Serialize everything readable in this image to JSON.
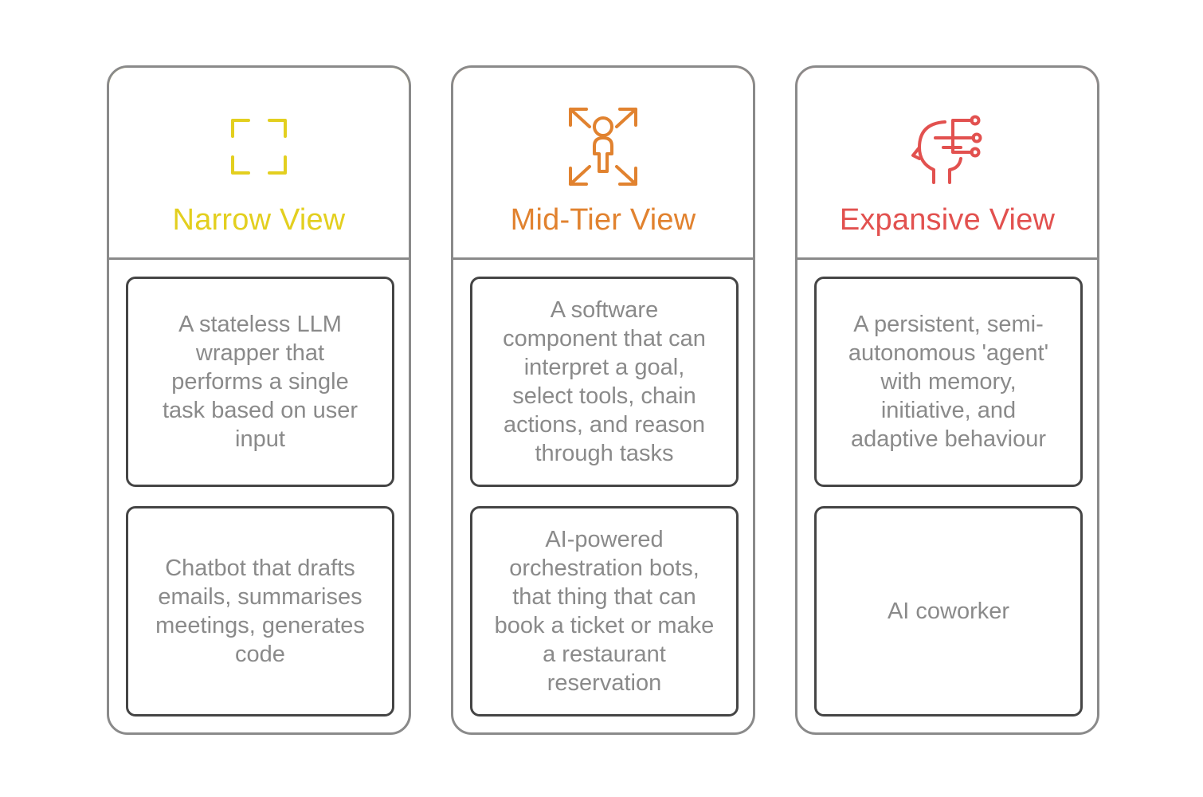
{
  "columns": [
    {
      "title": "Narrow View",
      "accent": "#e3cf1f",
      "icon": "focus-frame-icon",
      "definition": "A stateless LLM wrapper that performs a single task based on user input",
      "example": "Chatbot that drafts emails, summarises meetings, generates code"
    },
    {
      "title": "Mid-Tier View",
      "accent": "#e1822f",
      "icon": "expand-person-icon",
      "definition": "A software component that can interpret a goal, select tools, chain actions, and reason through tasks",
      "example": "AI-powered orchestration bots, that thing that can book a ticket or make a restaurant reservation"
    },
    {
      "title": "Expansive View",
      "accent": "#e2514f",
      "icon": "ai-head-icon",
      "definition": "A persistent, semi-autonomous 'agent' with memory, initiative, and adaptive behaviour",
      "example": "AI coworker"
    }
  ],
  "colors": {
    "outer_border": "#8a8a8a",
    "box_border": "#454545",
    "body_text": "#8a8a8a"
  }
}
